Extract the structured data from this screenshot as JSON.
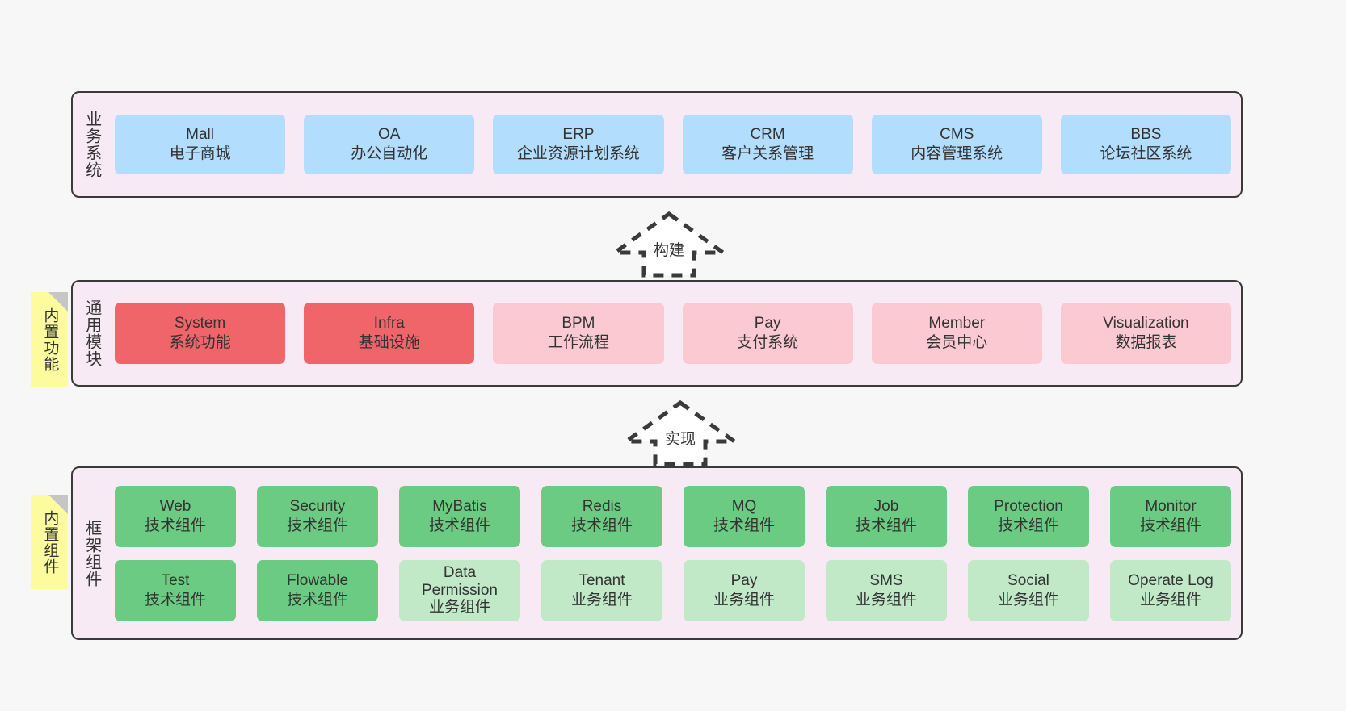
{
  "layers": {
    "business": {
      "title": "业务系统",
      "cards": [
        {
          "en": "Mall",
          "cn": "电子商城"
        },
        {
          "en": "OA",
          "cn": "办公自动化"
        },
        {
          "en": "ERP",
          "cn": "企业资源计划系统"
        },
        {
          "en": "CRM",
          "cn": "客户关系管理"
        },
        {
          "en": "CMS",
          "cn": "内容管理系统"
        },
        {
          "en": "BBS",
          "cn": "论坛社区系统"
        }
      ]
    },
    "common": {
      "title": "通用模块",
      "note": "内置功能",
      "cards": [
        {
          "en": "System",
          "cn": "系统功能",
          "tone": "red"
        },
        {
          "en": "Infra",
          "cn": "基础设施",
          "tone": "red"
        },
        {
          "en": "BPM",
          "cn": "工作流程",
          "tone": "pink"
        },
        {
          "en": "Pay",
          "cn": "支付系统",
          "tone": "pink"
        },
        {
          "en": "Member",
          "cn": "会员中心",
          "tone": "pink"
        },
        {
          "en": "Visualization",
          "cn": "数据报表",
          "tone": "pink"
        }
      ]
    },
    "framework": {
      "title": "框架组件",
      "note": "内置组件",
      "row1": [
        {
          "en": "Web",
          "cn": "技术组件"
        },
        {
          "en": "Security",
          "cn": "技术组件"
        },
        {
          "en": "MyBatis",
          "cn": "技术组件"
        },
        {
          "en": "Redis",
          "cn": "技术组件"
        },
        {
          "en": "MQ",
          "cn": "技术组件"
        },
        {
          "en": "Job",
          "cn": "技术组件"
        },
        {
          "en": "Protection",
          "cn": "技术组件"
        },
        {
          "en": "Monitor",
          "cn": "技术组件"
        }
      ],
      "row2": [
        {
          "en": "Test",
          "cn": "技术组件",
          "tone": "green"
        },
        {
          "en": "Flowable",
          "cn": "技术组件",
          "tone": "green"
        },
        {
          "en": "Data Permission",
          "cn": "业务组件",
          "tone": "lightgreen",
          "wrap": true
        },
        {
          "en": "Tenant",
          "cn": "业务组件",
          "tone": "lightgreen"
        },
        {
          "en": "Pay",
          "cn": "业务组件",
          "tone": "lightgreen"
        },
        {
          "en": "SMS",
          "cn": "业务组件",
          "tone": "lightgreen"
        },
        {
          "en": "Social",
          "cn": "业务组件",
          "tone": "lightgreen"
        },
        {
          "en": "Operate Log",
          "cn": "业务组件",
          "tone": "lightgreen"
        }
      ]
    }
  },
  "arrows": {
    "build": "构建",
    "implement": "实现"
  },
  "colors": {
    "panel_bg": "#f8eaf4",
    "panel_border": "#3a3a3a",
    "business_card": "#b3ddfd",
    "common_primary": "#f0656a",
    "common_secondary": "#fbc9d2",
    "framework_tech": "#6ccb82",
    "framework_biz": "#c1e9c8",
    "sticky": "#fcfc9e",
    "canvas": "#f7f7f7"
  }
}
